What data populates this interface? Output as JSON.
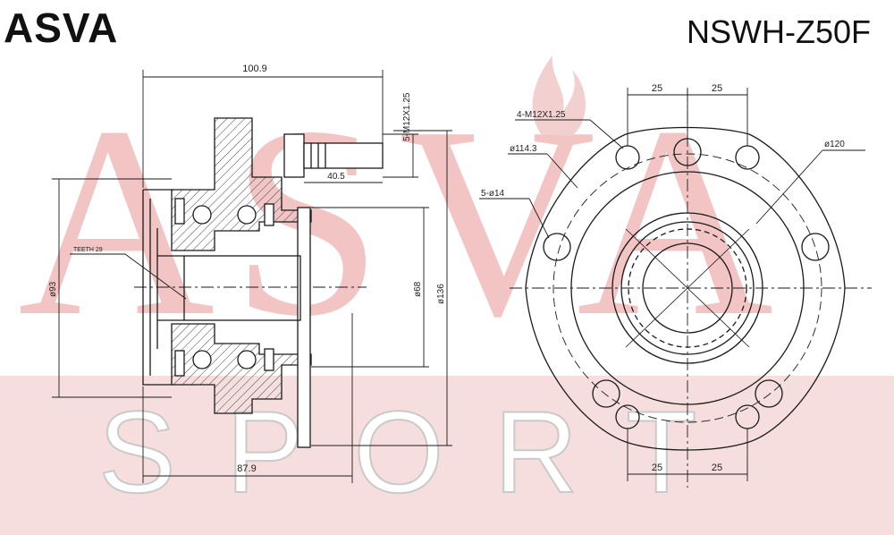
{
  "header": {
    "brand": "ASVA",
    "part_number": "NSWH-Z50F"
  },
  "watermark": {
    "top_text": "ASVA",
    "bottom_text": "SPORT"
  },
  "side_view": {
    "dims": {
      "length_top": "100.9",
      "stud_thread": "5-M12X1.25",
      "stud_length": "40.5",
      "teeth": "TEETH 29",
      "dia_left": "ø93",
      "dia_mid": "ø68",
      "dia_right": "ø136",
      "length_bottom": "87.9"
    }
  },
  "front_view": {
    "dims": {
      "bolt_holes": "4-M12X1.25",
      "pcd": "ø114.3",
      "stud_holes": "5-ø14",
      "outer_dia": "ø120",
      "top_left": "25",
      "top_right": "25",
      "bottom_left": "25",
      "bottom_right": "25"
    }
  },
  "colors": {
    "line": "#1a1a1a",
    "watermark_red": "#f2c4c4",
    "band": "#f7dede"
  }
}
